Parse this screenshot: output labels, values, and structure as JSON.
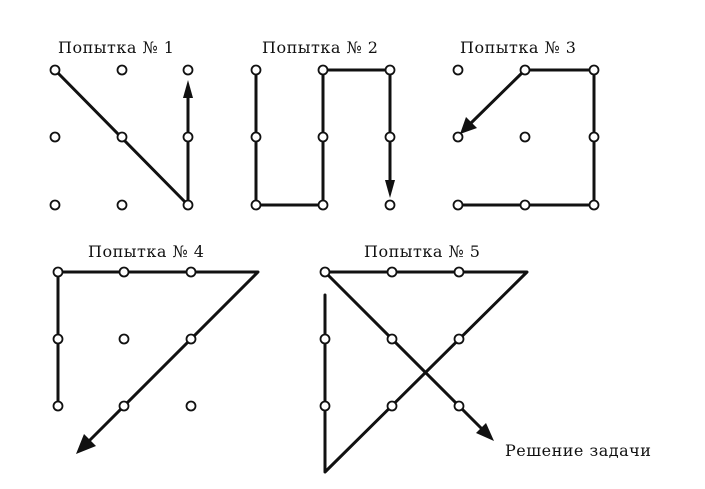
{
  "attempts": [
    {
      "label": "Попытка № 1"
    },
    {
      "label": "Попытка № 2"
    },
    {
      "label": "Попытка № 3"
    },
    {
      "label": "Попытка № 4"
    },
    {
      "label": "Попытка № 5"
    }
  ],
  "solution_label": "Решение задачи"
}
